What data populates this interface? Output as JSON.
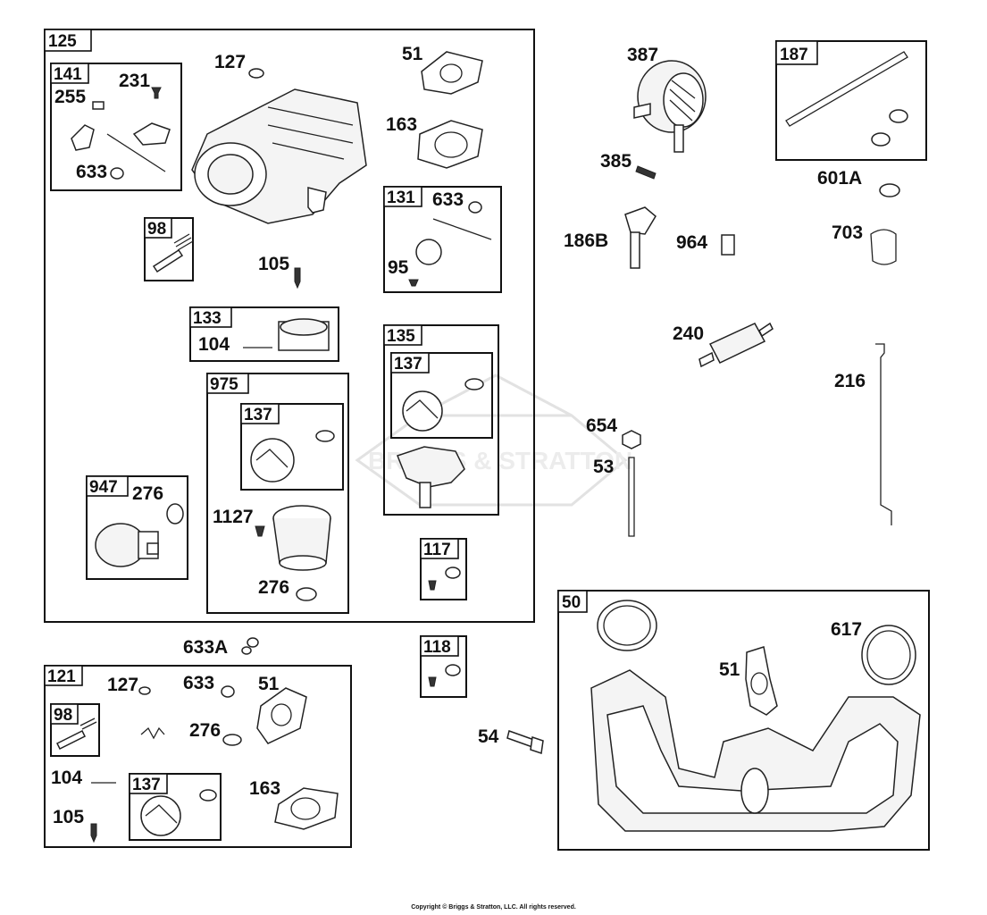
{
  "watermark": {
    "text": "BRIGGS & STRATTON"
  },
  "copyright": "Copyright © Briggs & Stratton, LLC. All rights reserved.",
  "groups": {
    "g125": "125",
    "g141": "141",
    "g98a": "98",
    "g131": "131",
    "g133": "133",
    "g135": "135",
    "g137a": "137",
    "g975": "975",
    "g137b": "137",
    "g947": "947",
    "g117": "117",
    "g118": "118",
    "g121": "121",
    "g98b": "98",
    "g137c": "137",
    "g187": "187",
    "g50": "50"
  },
  "labels": {
    "p127a": "127",
    "p51a": "51",
    "p231": "231",
    "p255": "255",
    "p633a": "633",
    "p163a": "163",
    "p633b": "633",
    "p95": "95",
    "p105a": "105",
    "p104a": "104",
    "p276a": "276",
    "p1127": "1127",
    "p276b": "276",
    "p633A": "633A",
    "p127b": "127",
    "p633c": "633",
    "p51b": "51",
    "p276c": "276",
    "p104b": "104",
    "p163b": "163",
    "p105b": "105",
    "p387": "387",
    "p385": "385",
    "p601A": "601A",
    "p186B": "186B",
    "p964": "964",
    "p703": "703",
    "p240": "240",
    "p216": "216",
    "p654": "654",
    "p53": "53",
    "p54": "54",
    "p51c": "51",
    "p617": "617"
  }
}
